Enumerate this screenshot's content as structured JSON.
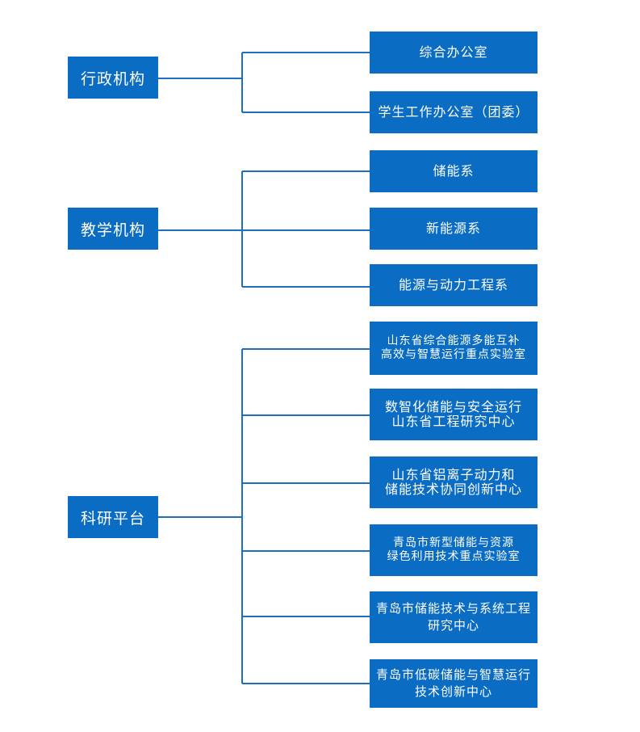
{
  "colors": {
    "box": "#0a6cc2",
    "line": "#1f6fc0"
  },
  "categories": [
    {
      "label": "行政机构",
      "children": [
        {
          "lines": [
            "综合办公室"
          ]
        },
        {
          "lines": [
            "学生工作办公室（团委）"
          ]
        }
      ]
    },
    {
      "label": "教学机构",
      "children": [
        {
          "lines": [
            "储能系"
          ]
        },
        {
          "lines": [
            "新能源系"
          ]
        },
        {
          "lines": [
            "能源与动力工程系"
          ]
        }
      ]
    },
    {
      "label": "科研平台",
      "children": [
        {
          "lines": [
            "山东省综合能源多能互补",
            "高效与智慧运行重点实验室"
          ]
        },
        {
          "lines": [
            "数智化储能与安全运行",
            "山东省工程研究中心"
          ]
        },
        {
          "lines": [
            "山东省铝离子动力和",
            "储能技术协同创新中心"
          ]
        },
        {
          "lines": [
            "青岛市新型储能与资源",
            "绿色利用技术重点实验室"
          ]
        },
        {
          "lines": [
            "青岛市储能技术与系统工程",
            "研究中心"
          ]
        },
        {
          "lines": [
            "青岛市低碳储能与智慧运行",
            "技术创新中心"
          ]
        }
      ]
    }
  ]
}
